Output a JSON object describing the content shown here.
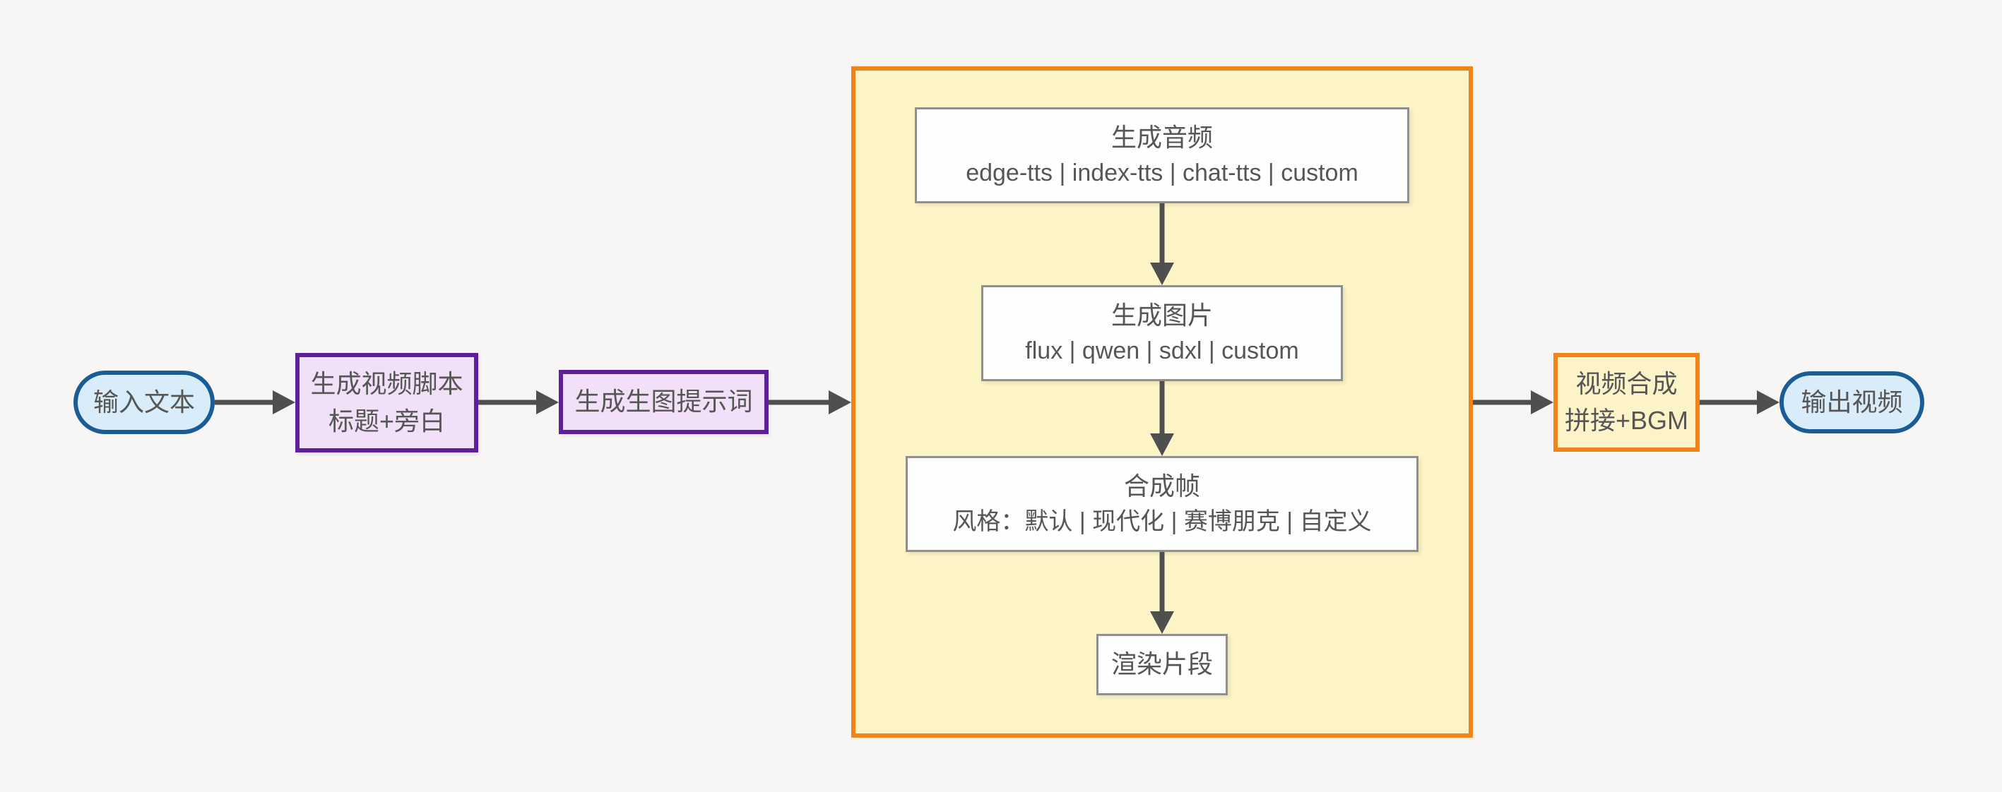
{
  "diagram": {
    "nodes": {
      "input": {
        "label": "输入文本"
      },
      "script": {
        "line1": "生成视频脚本",
        "line2": "标题+旁白"
      },
      "prompt": {
        "label": "生成生图提示词"
      },
      "audio": {
        "title": "生成音频",
        "options": "edge-tts | index-tts | chat-tts | custom"
      },
      "image": {
        "title": "生成图片",
        "options": "flux | qwen | sdxl | custom"
      },
      "frame": {
        "title": "合成帧",
        "options": "风格：默认 | 现代化 | 赛博朋克 | 自定义"
      },
      "render": {
        "label": "渲染片段"
      },
      "compose": {
        "line1": "视频合成",
        "line2": "拼接+BGM"
      },
      "output": {
        "label": "输出视频"
      }
    },
    "edges": [
      {
        "from": "input",
        "to": "script"
      },
      {
        "from": "script",
        "to": "prompt"
      },
      {
        "from": "prompt",
        "to": "clips-group"
      },
      {
        "from": "audio",
        "to": "image"
      },
      {
        "from": "image",
        "to": "frame"
      },
      {
        "from": "frame",
        "to": "render"
      },
      {
        "from": "clips-group",
        "to": "compose"
      },
      {
        "from": "compose",
        "to": "output"
      }
    ],
    "colors": {
      "background": "#f7f6f4",
      "terminal_fill": "#d8edf9",
      "terminal_border": "#1a5c96",
      "process_fill": "#f1e0f7",
      "process_border": "#5e1f9c",
      "group_fill": "#fdf5c6",
      "group_border": "#f08418",
      "step_fill": "#fefefe",
      "step_border": "#8f8f8f",
      "compose_fill": "#fdf3c9",
      "arrow": "#4f4f4f",
      "text": "#565656"
    }
  }
}
